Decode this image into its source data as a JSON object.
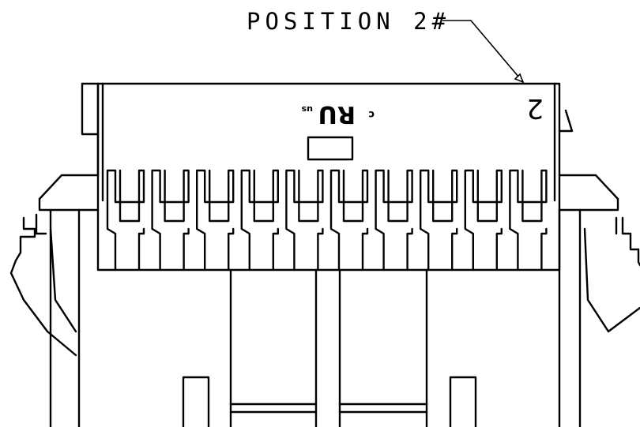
{
  "callout": {
    "label": "POSITION 2#",
    "position_number": "2"
  },
  "certification_mark": {
    "prefix": "c",
    "logo": "RU",
    "suffix": "us"
  },
  "colors": {
    "line": "#000000",
    "background": "#ffffff"
  },
  "drawing": {
    "view": "connector header top view",
    "pin_pairs_visible": 10
  }
}
